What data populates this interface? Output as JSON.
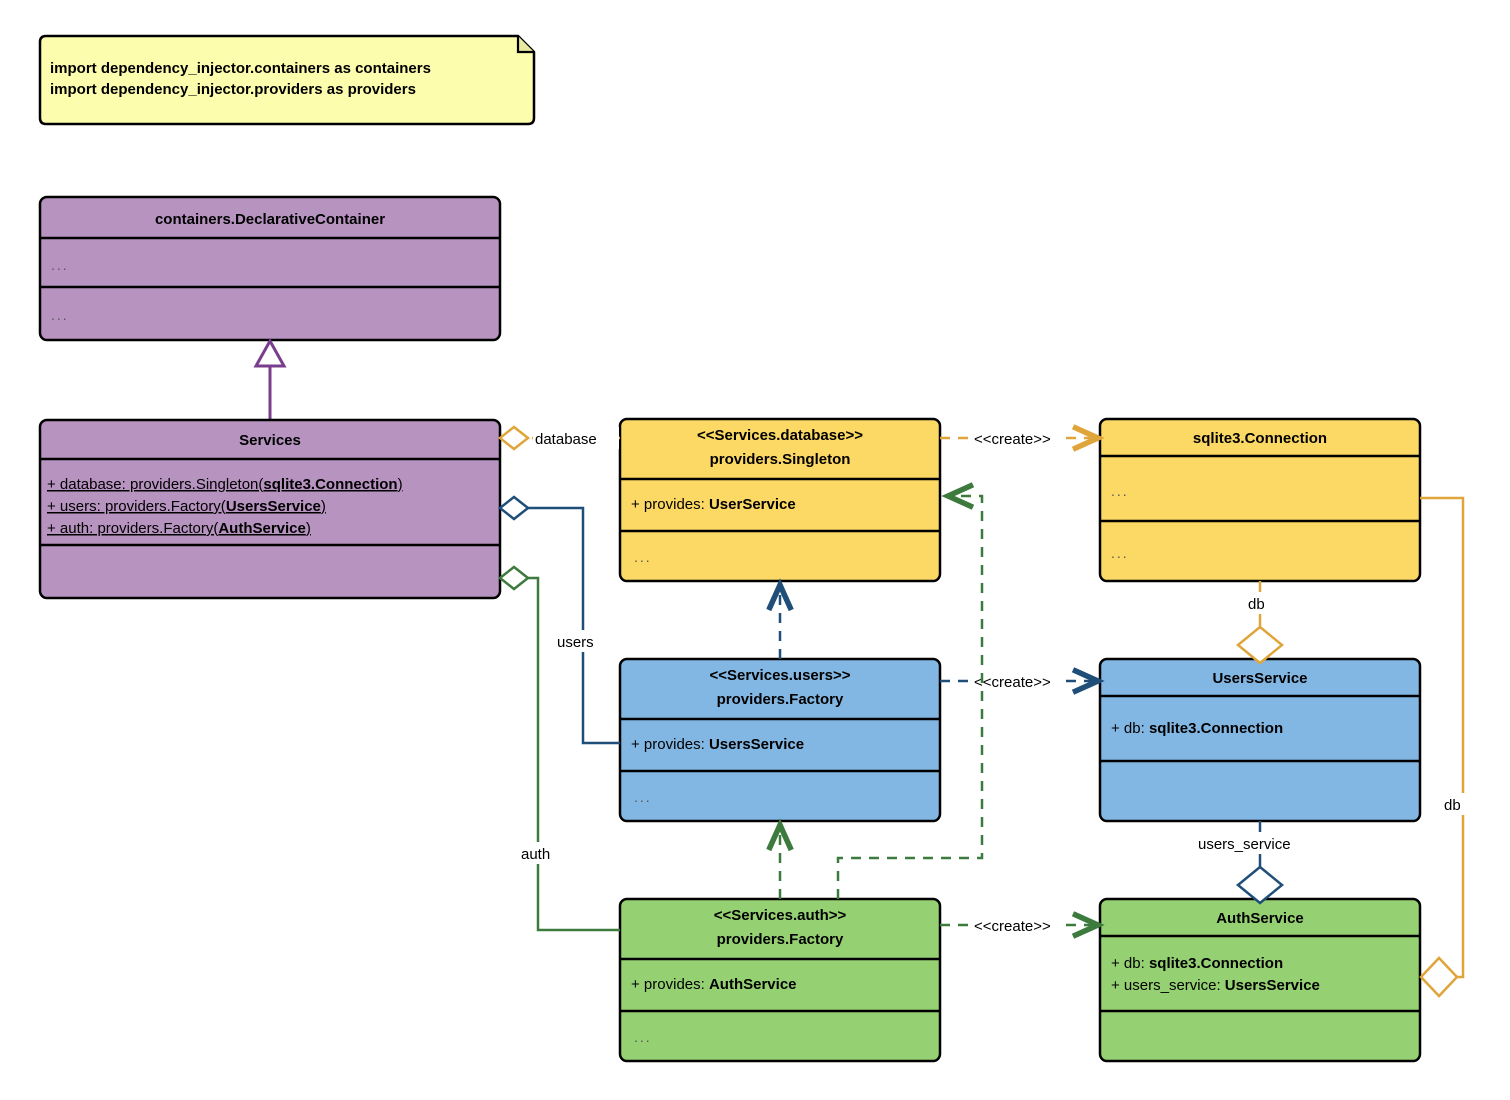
{
  "diagram": {
    "title": "dependency_injector UML class diagram",
    "note": {
      "line1": "import dependency_injector.containers as containers",
      "line2": "import dependency_injector.providers as providers",
      "fill": "#fdfdae",
      "stroke": "#000000"
    },
    "colors": {
      "purple_fill": "#b793c0",
      "purple_stroke": "#7a3d8e",
      "yellow_fill": "#fcd864",
      "yellow_stroke": "#e0a53a",
      "blue_fill": "#83b7e3",
      "blue_stroke": "#1f4e79",
      "green_fill": "#95d073",
      "green_stroke": "#3d7a3d",
      "black": "#000000"
    },
    "classes": [
      {
        "id": "declarative-container",
        "title": "containers.DeclarativeContainer",
        "stereotype": "",
        "attributes": [],
        "attr_placeholder": "...",
        "ops_placeholder": "..."
      },
      {
        "id": "services",
        "title": "Services",
        "stereotype": "",
        "attributes": [
          "+ database: providers.Singleton(sqlite3.Connection)",
          "+ users: providers.Factory(UsersService)",
          "+ auth: providers.Factory(AuthService)"
        ],
        "attr_parts": [
          {
            "plain": "+ database: providers.Singleton(",
            "bold": "sqlite3.Connection",
            "tail": ")"
          },
          {
            "plain": "+ users: providers.Factory(",
            "bold": "UsersService",
            "tail": ")"
          },
          {
            "plain": "+ auth: providers.Factory(",
            "bold": "AuthService",
            "tail": ")"
          }
        ],
        "ops_placeholder": ""
      },
      {
        "id": "services-database",
        "stereotype": "<<Services.database>>",
        "title": "providers.Singleton",
        "attr_plain": "+ provides: ",
        "attr_bold": "UserService",
        "ops_placeholder": "..."
      },
      {
        "id": "services-users",
        "stereotype": "<<Services.users>>",
        "title": "providers.Factory",
        "attr_plain": "+ provides: ",
        "attr_bold": "UsersService",
        "ops_placeholder": "..."
      },
      {
        "id": "services-auth",
        "stereotype": "<<Services.auth>>",
        "title": "providers.Factory",
        "attr_plain": "+ provides: ",
        "attr_bold": "AuthService",
        "ops_placeholder": "..."
      },
      {
        "id": "sqlite3-connection",
        "stereotype": "",
        "title": "sqlite3.Connection",
        "attr_placeholder": "...",
        "ops_placeholder": "..."
      },
      {
        "id": "users-service",
        "stereotype": "",
        "title": "UsersService",
        "attr_plain": "+ db: ",
        "attr_bold": "sqlite3.Connection",
        "ops_placeholder": ""
      },
      {
        "id": "auth-service",
        "stereotype": "",
        "title": "AuthService",
        "attr_line1_plain": "+ db: ",
        "attr_line1_bold": "sqlite3.Connection",
        "attr_line2_plain": "+ users_service: ",
        "attr_line2_bold": "UsersService",
        "ops_placeholder": ""
      }
    ],
    "edges": {
      "database_label": "database",
      "users_label": "users",
      "auth_label": "auth",
      "create_label_1": "<<create>>",
      "create_label_2": "<<create>>",
      "create_label_3": "<<create>>",
      "db_label_1": "db",
      "db_label_2": "db",
      "users_service_label": "users_service"
    }
  }
}
